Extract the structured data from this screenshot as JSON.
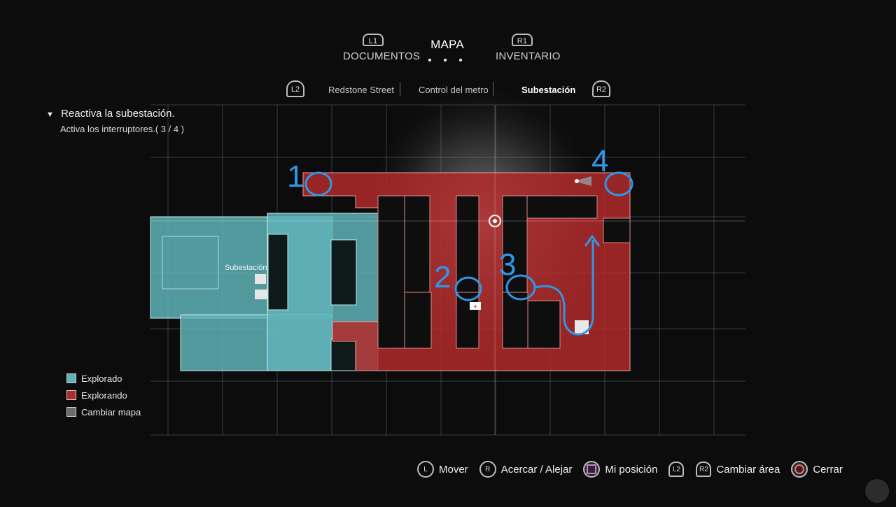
{
  "nav": {
    "left": {
      "button": "L1",
      "label": "DOCUMENTOS"
    },
    "center": {
      "label": "MAPA",
      "dots": "• • •"
    },
    "right": {
      "button": "R1",
      "label": "INVENTARIO"
    }
  },
  "areas": {
    "left_button": "L2",
    "right_button": "R2",
    "items": [
      "Redstone Street",
      "Control del metro",
      "Subestación"
    ],
    "active_index": 2
  },
  "objective": {
    "title": "Reactiva la subestación.",
    "subtitle": "Activa los interruptores.( 3 / 4 )"
  },
  "map": {
    "room_label": "Subestación",
    "markers": [
      "1",
      "2",
      "3",
      "4"
    ],
    "colors": {
      "explored": "#5fb3b8",
      "exploring": "#b12a2a",
      "annotation": "#2f97e8",
      "grid": "#8fc7cf"
    }
  },
  "legend": [
    {
      "label": "Explorado",
      "color": "#5fb3b8"
    },
    {
      "label": "Explorando",
      "color": "#b12a2a"
    },
    {
      "label": "Cambiar mapa",
      "color": "#6b6b6b"
    }
  ],
  "controls": [
    {
      "button": "L",
      "label": "Mover",
      "icon": "left-stick-icon"
    },
    {
      "button": "R",
      "label": "Acercar / Alejar",
      "icon": "right-stick-icon"
    },
    {
      "button": "",
      "label": "Mi posición",
      "icon": "square-button-icon"
    },
    {
      "button": "L2",
      "label": "",
      "icon": "l2-trigger-icon"
    },
    {
      "button": "R2",
      "label": "Cambiar área",
      "icon": "r2-trigger-icon"
    },
    {
      "button": "",
      "label": "Cerrar",
      "icon": "circle-button-icon"
    }
  ]
}
